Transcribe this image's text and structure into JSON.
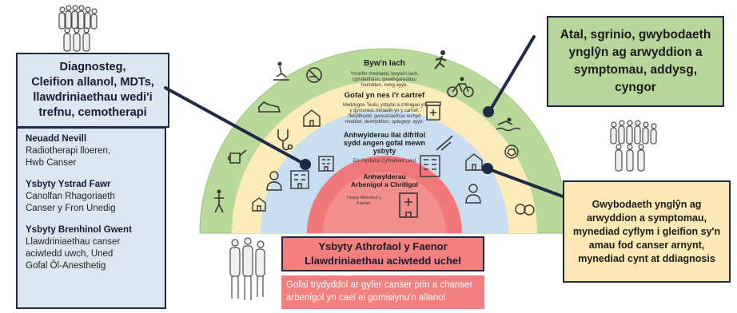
{
  "left": {
    "diagnostics_title": "Diagnosteg,\nCleifion allanol, MDTs,\nllawdriniaethau wedi'i\ntrefnu, cemotherapi",
    "sites": [
      {
        "name": "Neuadd Nevill",
        "desc": "Radiotherapi lloeren,\nHwb Canser"
      },
      {
        "name": "Ysbyty Ystrad Fawr",
        "desc": "Canolfan Rhagoriaeth\nCanser y Fron Unedig"
      },
      {
        "name": "Ysbyty Brenhinol Gwent",
        "desc": "Llawdriniaethau canser\naciwtedd uwch, Uned\nGofal Ôl-Anesthetig"
      }
    ]
  },
  "right": {
    "green_box": "Atal, sgrinio, gwybodaeth ynglŷn ag arwyddion a symptomau, addysg, cyngor",
    "yellow_box": "Gwybodaeth ynglŷn ag arwyddion a symptomau, mynediad cyflym i gleifion sy'n amau fod canser arnynt, mynediad cynt at ddiagnosis"
  },
  "bottom": {
    "title": "Ysbyty Athrofaol y Faenor\nLlawdriniaethau aciwtedd uchel",
    "subtitle": "Gofal trydyddol ar gyfer canser prin a chanser arbenigol yn cael ei gomisiynu'n allanol"
  },
  "arcs": {
    "outer_title": "Byw'n Iach",
    "outer_text": "Ymarfer rheolaidd, bwyta'n iach,\ncymdeithasu, gweithgareddau\nhamdden, cwsg ayyb.",
    "second_title": "Gofal yn nes i'r cartref",
    "second_text": "Meddygon Teulu, ysbytai a chlinigau yn\ny gymuned, triniaeth yn y cartref,\nfferyllfeydd, gwasanaethau iechyd\nmeddwl, deintyddion, optegwyr ayyb.",
    "third_title": "Anhwylderau llai difrifol\nsydd angen gofal mewn\nysbyty",
    "third_text": "Ein Hysbytai Cyffredinol Lleol",
    "inner_title": "Anhwylderau\nArbenigol a Chritigol",
    "inner_text": "Ysbyty Athrofaol y\nFaenor"
  },
  "colors": {
    "green_arc": "#b9d99a",
    "yellow_arc": "#fdebb9",
    "blue_arc": "#c9def1",
    "red_arc": "#f0787a",
    "panel_blue": "#dce6f2",
    "panel_border": "#1f2a44"
  },
  "icons": [
    "people-group-icon",
    "running-icon",
    "cycling-icon",
    "swimming-icon",
    "ball-icon",
    "apple-icon",
    "yoga-icon",
    "watering-can-icon",
    "sneaker-icon",
    "skateboard-icon",
    "no-smoking-icon",
    "stethoscope-icon",
    "pill-bottle-icon",
    "syringe-icon",
    "house-icon",
    "hospital-icon",
    "doctor-icon",
    "nurse-icon"
  ]
}
